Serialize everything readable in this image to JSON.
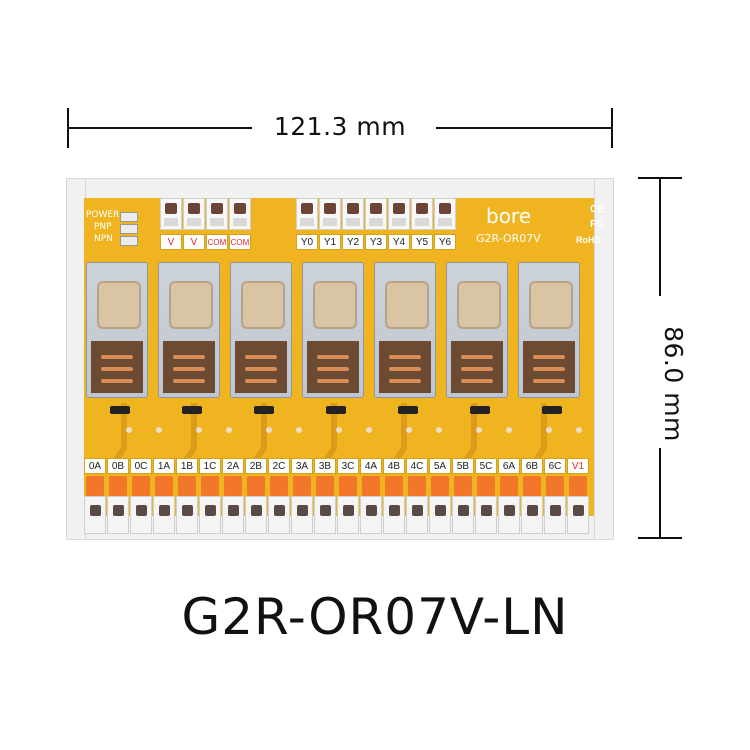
{
  "dimensions": {
    "width_label": "121.3 mm",
    "height_label": "86.0 mm"
  },
  "model": "G2R-OR07V-LN",
  "board": {
    "brand": "bore",
    "model_print": "G2R-OR07V",
    "certifications": [
      "CE",
      "FC",
      "RoHS"
    ],
    "indicators": [
      "POWER",
      "PNP",
      "NPN"
    ],
    "power_terminals": [
      "V",
      "V",
      "COM",
      "COM"
    ],
    "input_terminals": [
      "Y0",
      "Y1",
      "Y2",
      "Y3",
      "Y4",
      "Y5",
      "Y6"
    ],
    "output_terminals": [
      "0A",
      "0B",
      "0C",
      "1A",
      "1B",
      "1C",
      "2A",
      "2B",
      "2C",
      "3A",
      "3B",
      "3C",
      "4A",
      "4B",
      "4C",
      "5A",
      "5B",
      "5C",
      "6A",
      "6B",
      "6C",
      "V1"
    ]
  },
  "colors": {
    "pcb": "#f1b421",
    "terminal_orange": "#f3772b",
    "label_red": "#e32b2b"
  }
}
